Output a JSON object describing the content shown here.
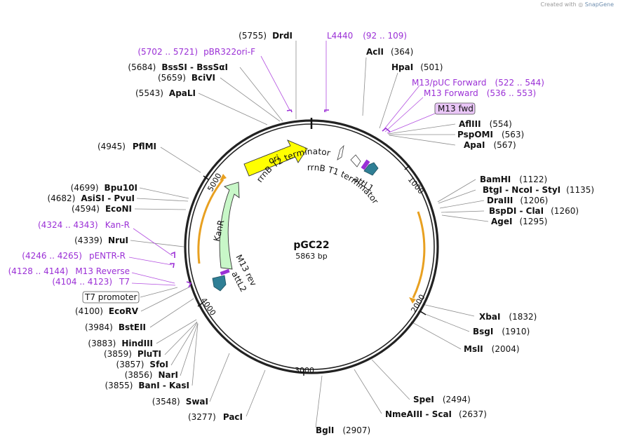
{
  "credit": {
    "prefix": "Created with",
    "brand": "SnapGene"
  },
  "plasmid": {
    "name": "pGC22",
    "size_label": "5863 bp",
    "length": 5863
  },
  "colors": {
    "backbone": "#222222",
    "primer": "#9b30d6",
    "ori_fill": "#ffff00",
    "kanr_fill": "#c8f7c8",
    "att_fill": "#2f7f95",
    "orf_arc": "#e8a020",
    "label_line": "#8c8c8c"
  },
  "ticks": [
    "1000",
    "2000",
    "3000",
    "4000",
    "5000"
  ],
  "features": {
    "ori": "ori",
    "kanr": "KanR",
    "rrnb_t2": "rrnB T2 terminator",
    "rrnb_t1": "rrnB T1 terminator",
    "attl1": "attL1",
    "attl2": "attL2",
    "m13rev": "M13 rev"
  },
  "sites_right": [
    {
      "name": "AclI",
      "pos": "(364)"
    },
    {
      "name": "HpaI",
      "pos": "(501)"
    },
    {
      "name": "AflIII",
      "pos": "(554)"
    },
    {
      "name": "PspOMI",
      "pos": "(563)"
    },
    {
      "name": "ApaI",
      "pos": "(567)"
    },
    {
      "name": "BamHI",
      "pos": "(1122)"
    },
    {
      "name": "BtgI - NcoI - StyI",
      "pos": "(1135)"
    },
    {
      "name": "DraIII",
      "pos": "(1206)"
    },
    {
      "name": "BspDI - ClaI",
      "pos": "(1260)"
    },
    {
      "name": "AgeI",
      "pos": "(1295)"
    },
    {
      "name": "XbaI",
      "pos": "(1832)"
    },
    {
      "name": "BsgI",
      "pos": "(1910)"
    },
    {
      "name": "MslI",
      "pos": "(2004)"
    },
    {
      "name": "SpeI",
      "pos": "(2494)"
    },
    {
      "name": "NmeAIII - ScaI",
      "pos": "(2637)"
    },
    {
      "name": "BglI",
      "pos": "(2907)"
    }
  ],
  "sites_left": [
    {
      "name": "DrdI",
      "pos": "(5755)"
    },
    {
      "name": "BssSI - BssSαI",
      "pos": "(5684)"
    },
    {
      "name": "BciVI",
      "pos": "(5659)"
    },
    {
      "name": "ApaLI",
      "pos": "(5543)"
    },
    {
      "name": "PflMI",
      "pos": "(4945)"
    },
    {
      "name": "Bpu10I",
      "pos": "(4699)"
    },
    {
      "name": "AsiSI - PvuI",
      "pos": "(4682)"
    },
    {
      "name": "EcoNI",
      "pos": "(4594)"
    },
    {
      "name": "NruI",
      "pos": "(4339)"
    },
    {
      "name": "EcoRV",
      "pos": "(4100)"
    },
    {
      "name": "BstEII",
      "pos": "(3984)"
    },
    {
      "name": "HindIII",
      "pos": "(3883)"
    },
    {
      "name": "PluTI",
      "pos": "(3859)"
    },
    {
      "name": "SfoI",
      "pos": "(3857)"
    },
    {
      "name": "NarI",
      "pos": "(3856)"
    },
    {
      "name": "BanI - KasI",
      "pos": "(3855)"
    },
    {
      "name": "SwaI",
      "pos": "(3548)"
    },
    {
      "name": "PacI",
      "pos": "(3277)"
    }
  ],
  "primers": [
    {
      "name": "L4440",
      "range": "(92 .. 109)"
    },
    {
      "name": "pBR322ori-F",
      "range": "(5702 .. 5721)"
    },
    {
      "name": "M13/pUC Forward",
      "range": "(522 .. 544)"
    },
    {
      "name": "M13 Forward",
      "range": "(536 .. 553)"
    },
    {
      "name": "Kan-R",
      "range": "(4324 .. 4343)"
    },
    {
      "name": "pENTR-R",
      "range": "(4246 .. 4265)"
    },
    {
      "name": "M13 Reverse",
      "range": "(4128 .. 4144)"
    },
    {
      "name": "T7",
      "range": "(4104 .. 4123)"
    }
  ],
  "boxed": {
    "m13fwd": "M13 fwd",
    "t7promoter": "T7 promoter"
  }
}
